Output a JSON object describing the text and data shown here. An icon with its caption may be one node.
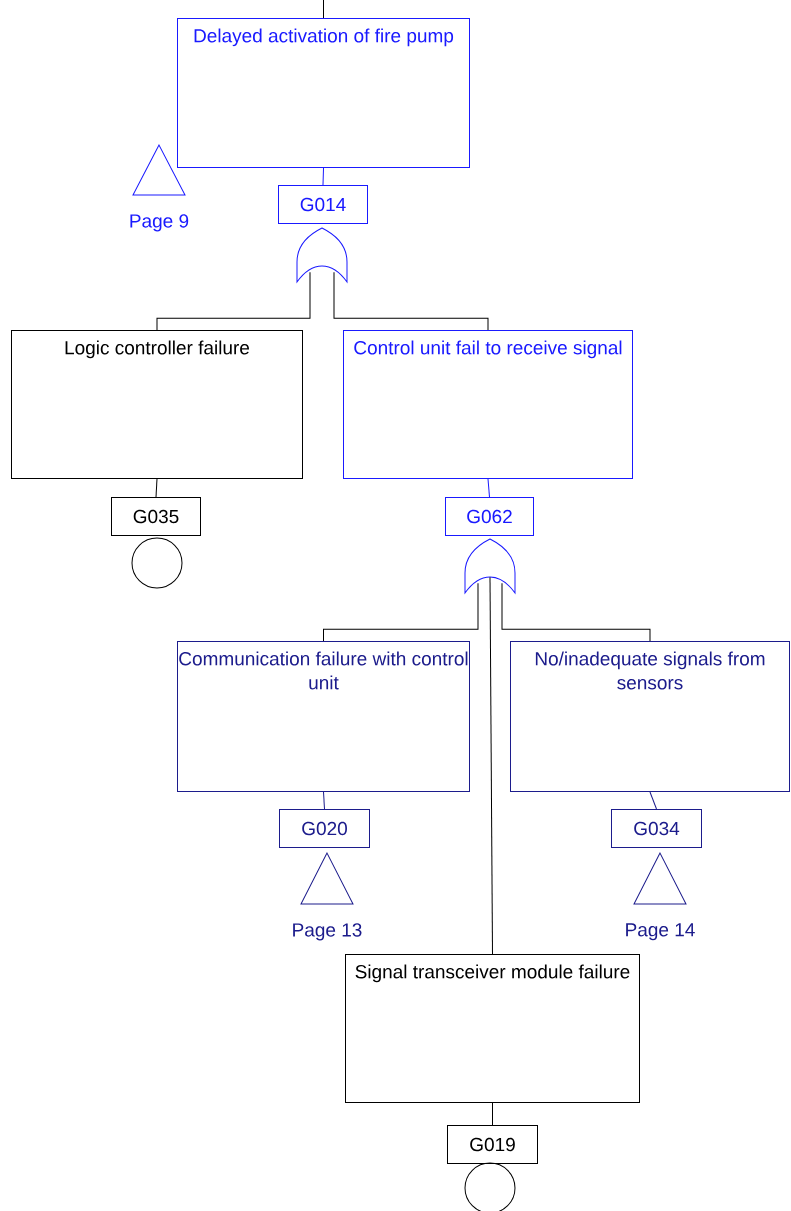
{
  "diagram": {
    "nodes": [
      {
        "text": [
          "Delayed activation of fire pump"
        ]
      },
      {
        "text": [
          "G014"
        ]
      },
      {
        "text": [],
        "shape": "gate"
      },
      {
        "text": [
          "Page 9"
        ]
      },
      {
        "text": [
          "Logic controller failure"
        ]
      },
      {
        "text": [
          "Control unit fail to receive signal"
        ]
      },
      {
        "text": [
          "G035"
        ]
      },
      {
        "text": [],
        "shape": "circle"
      },
      {
        "text": [
          "G062"
        ]
      },
      {
        "text": [],
        "shape": "gate"
      },
      {
        "text": [
          "Communication failure with control unit"
        ]
      },
      {
        "text": [
          "No/inadequate signals from sensors"
        ]
      },
      {
        "text": [
          "G020"
        ]
      },
      {
        "text": [
          "Page 13"
        ]
      },
      {
        "text": [
          "G034"
        ]
      },
      {
        "text": [
          "Page 14"
        ]
      },
      {
        "text": [
          "Signal transceiver module failure"
        ]
      },
      {
        "text": [
          "G019"
        ]
      },
      {
        "text": [],
        "shape": "circle"
      }
    ],
    "edges": [
      {
        "from": null,
        "to": 0,
        "arrow": "none"
      },
      {
        "from": 0,
        "to": 1,
        "arrow": "none",
        "color": "#1a1aff"
      },
      {
        "from": 2,
        "to": 4,
        "arrow": "none"
      },
      {
        "from": 2,
        "to": 5,
        "arrow": "none"
      },
      {
        "from": 4,
        "to": 6,
        "arrow": "none"
      },
      {
        "from": 5,
        "to": 8,
        "arrow": "none",
        "color": "#1a1aff"
      },
      {
        "from": 9,
        "to": 10,
        "arrow": "none"
      },
      {
        "from": 9,
        "to": 11,
        "arrow": "none"
      },
      {
        "from": 9,
        "to": 16,
        "arrow": "none"
      },
      {
        "from": 10,
        "to": 12,
        "arrow": "none",
        "color": "#1c1c8c"
      },
      {
        "from": 11,
        "to": 14,
        "arrow": "none",
        "color": "#1c1c8c"
      },
      {
        "from": 16,
        "to": 17,
        "arrow": "none"
      }
    ]
  }
}
